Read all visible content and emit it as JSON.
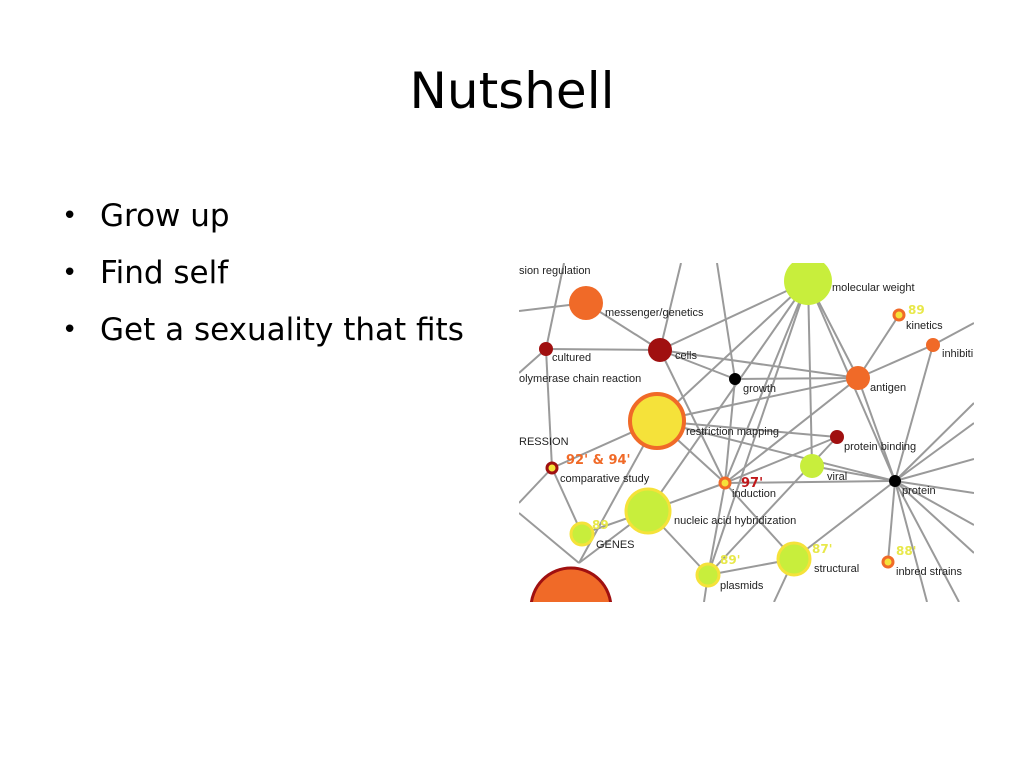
{
  "slide": {
    "title": "Nutshell",
    "bullets": [
      {
        "text": "Grow up"
      },
      {
        "text": "Find self"
      },
      {
        "text": "Get a sexuality that fits"
      }
    ]
  },
  "network": {
    "labels": {
      "sion_regulation": "sion regulation",
      "messenger_genetics": "messenger/genetics",
      "molecular_weight": "molecular weight",
      "kinetics": "kinetics",
      "inhibiti": "inhibiti",
      "cultured": "cultured",
      "cells": "cells",
      "polymerase": "olymerase chain reaction",
      "growth": "growth",
      "antigen": "antigen",
      "restriction_mapping": "restriction mapping",
      "protein_binding": "protein binding",
      "ression": "RESSION",
      "comparative_study": "comparative study",
      "induction": "induction",
      "viral": "viral",
      "protein": "protein",
      "nucleic": "nucleic acid hybridization",
      "genes": "GENES",
      "plasmids": "plasmids",
      "structural": "structural",
      "inbred": "inbred strains"
    },
    "years": {
      "kinetics": "89",
      "comparative": "92' & 94'",
      "induction": "97'",
      "genes": "89",
      "plasmids": "89'",
      "structural": "87'",
      "inbred": "88'"
    },
    "colors": {
      "edge": "#9a9a9a",
      "yellow_green": "#c8ee3c",
      "orange": "#f06a28",
      "dark_red": "#a01010",
      "yellow": "#f5e23a",
      "black": "#000000"
    }
  }
}
